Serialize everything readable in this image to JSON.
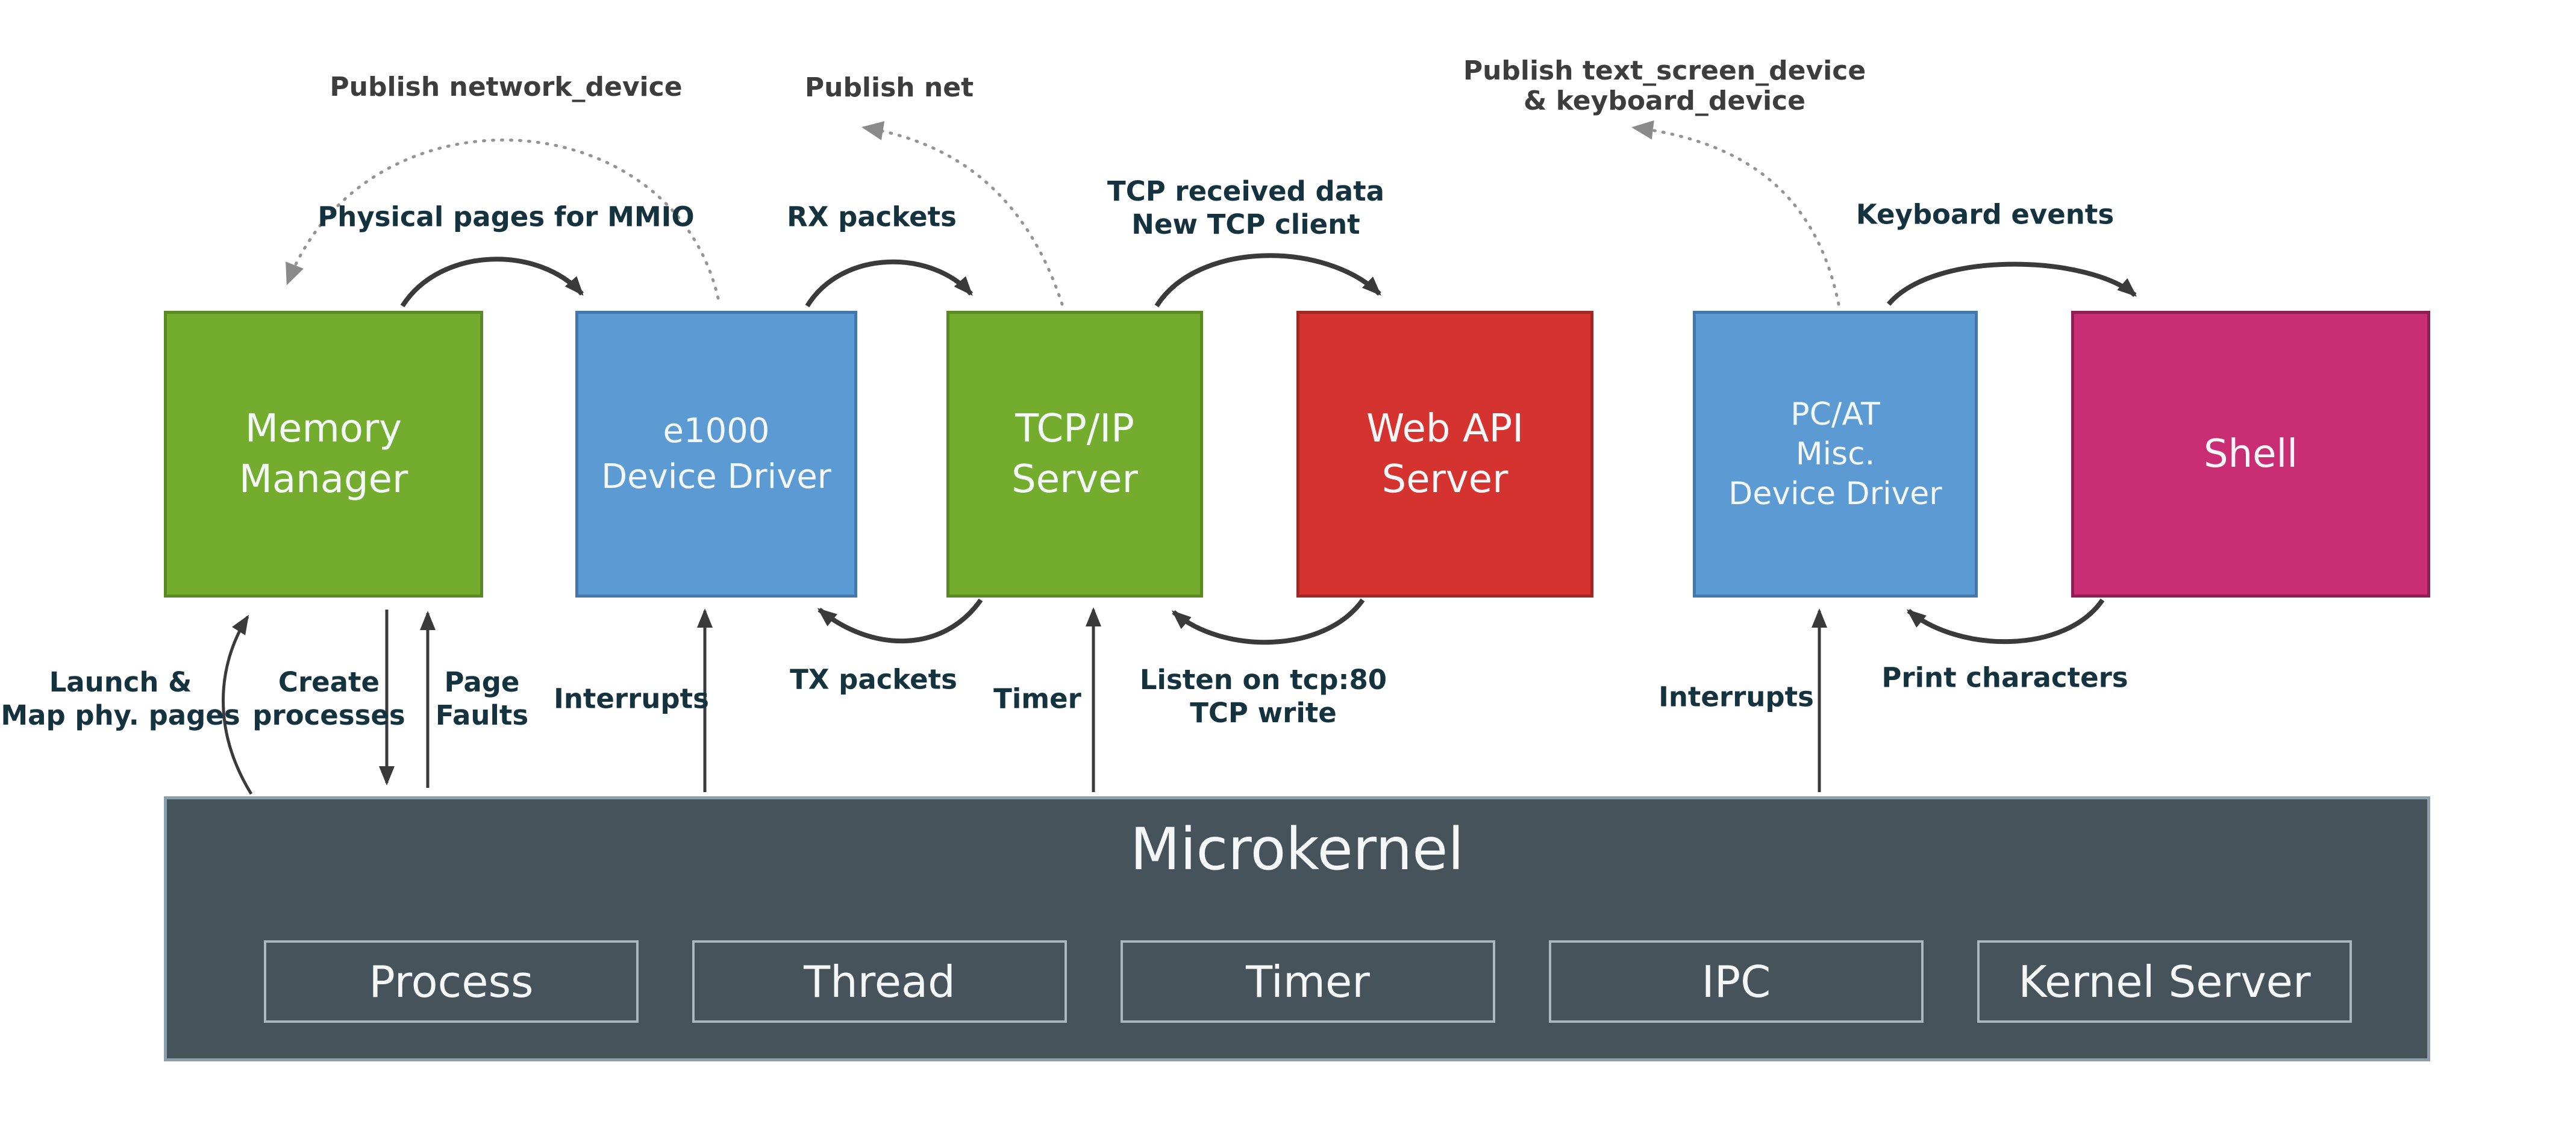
{
  "colors": {
    "green": "#74ac2e",
    "green_border": "#5a8a22",
    "blue": "#5b9ad2",
    "blue_border": "#4378ad",
    "red": "#d53330",
    "red_border": "#a02723",
    "magenta": "#c92d73",
    "magenta_border": "#8e1f55",
    "kernel": "#46535a",
    "kernel_border": "#8ba0aa",
    "module_border": "#a9b8bf",
    "arrow": "#3a3a3a",
    "dotted": "#949494",
    "dotted_head": "#8a8a8a",
    "label_teal": "#15333f",
    "label_gray": "#3d3d3d",
    "box_text": "#f4f7f8"
  },
  "services": [
    {
      "id": "memory-manager",
      "lines": [
        "Memory",
        "Manager"
      ]
    },
    {
      "id": "e1000-device-driver",
      "lines": [
        "e1000",
        "Device Driver"
      ]
    },
    {
      "id": "tcpip-server",
      "lines": [
        "TCP/IP",
        "Server"
      ]
    },
    {
      "id": "web-api-server",
      "lines": [
        "Web API",
        "Server"
      ]
    },
    {
      "id": "pcat-misc-device-driver",
      "lines": [
        "PC/AT",
        "Misc.",
        "Device Driver"
      ]
    },
    {
      "id": "shell",
      "lines": [
        "Shell"
      ]
    }
  ],
  "kernel": {
    "title": "Microkernel",
    "modules": [
      "Process",
      "Thread",
      "Timer",
      "IPC",
      "Kernel Server"
    ]
  },
  "flows": {
    "publish_network_device": "Publish network_device",
    "publish_net": "Publish net",
    "publish_text_screen": [
      "Publish text_screen_device",
      "& keyboard_device"
    ],
    "physical_pages": "Physical pages for MMIO",
    "rx_packets": "RX packets",
    "tcp_received": [
      "TCP received data",
      "New TCP client"
    ],
    "keyboard_events": "Keyboard events",
    "launch_map": [
      "Launch &",
      "Map phy. pages"
    ],
    "create_processes": [
      "Create",
      "processes"
    ],
    "page_faults": [
      "Page",
      "Faults"
    ],
    "interrupts_left": "Interrupts",
    "tx_packets": "TX packets",
    "timer": "Timer",
    "listen_tcp": [
      "Listen on tcp:80",
      "TCP write"
    ],
    "interrupts_right": "Interrupts",
    "print_characters": "Print characters"
  }
}
